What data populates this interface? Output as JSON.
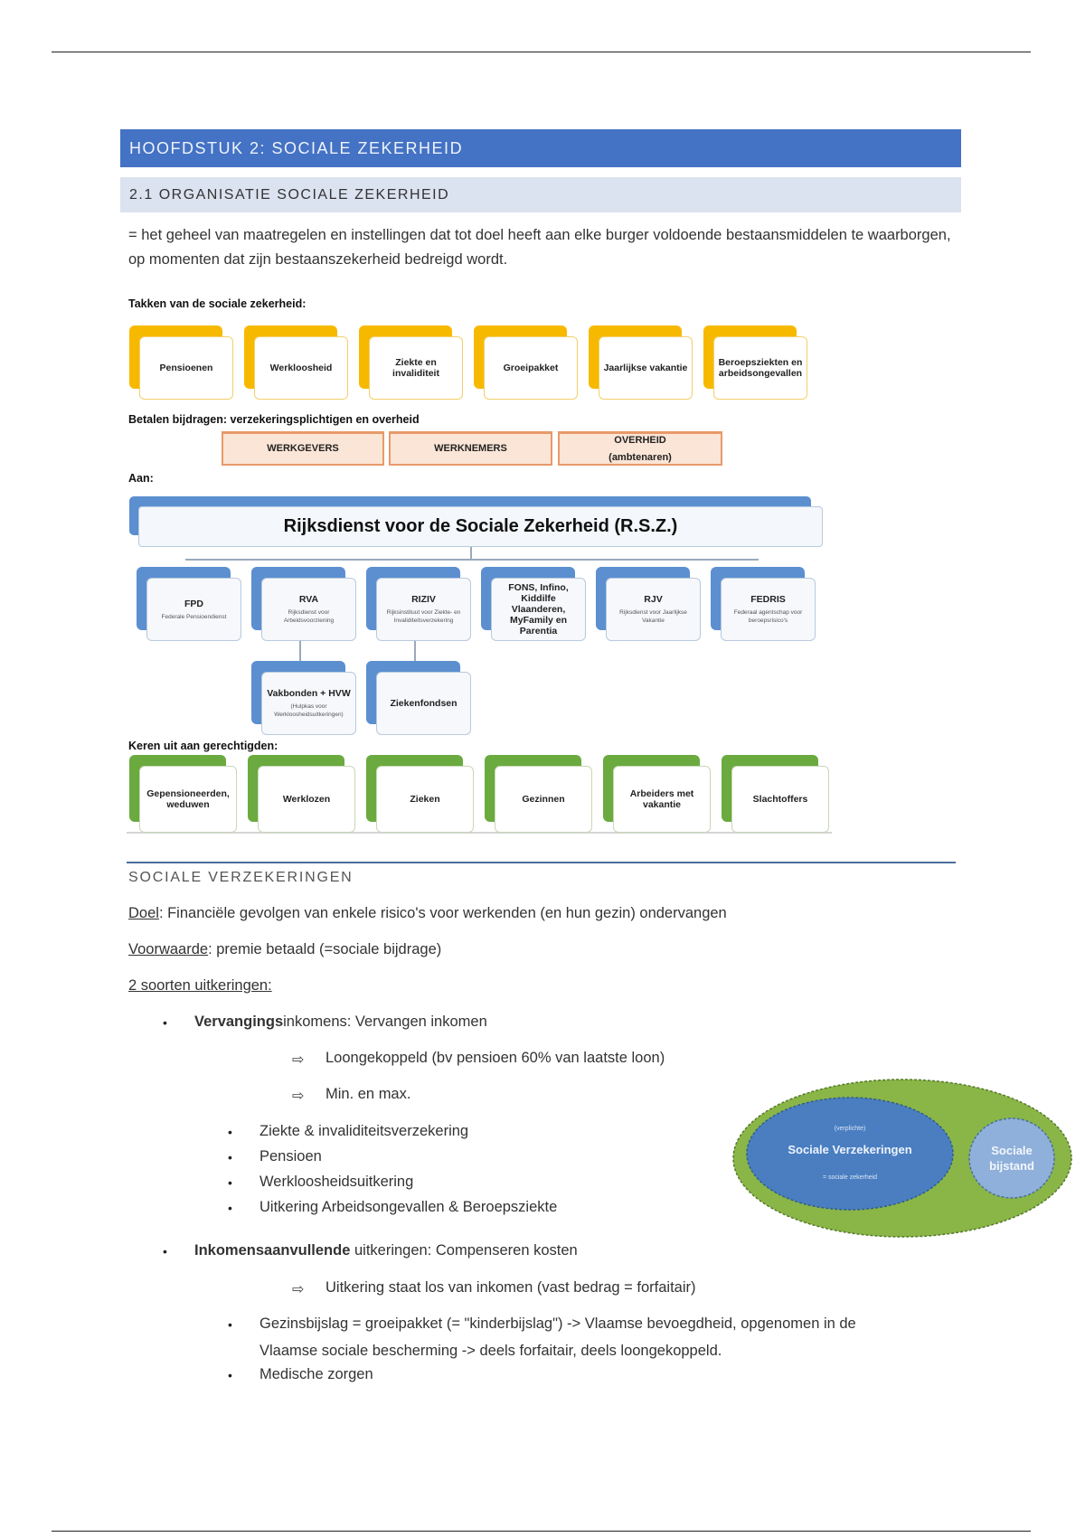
{
  "heading1": "HOOFDSTUK 2: SOCIALE ZEKERHEID",
  "heading2": "2.1 ORGANISATIE SOCIALE ZEKERHEID",
  "definition": "= het geheel van maatregelen en instellingen dat tot doel heeft aan elke burger voldoende bestaansmiddelen te waarborgen, op momenten dat zijn bestaanszekerheid bedreigd wordt.",
  "diagram": {
    "takken_label": "Takken van de sociale zekerheid:",
    "takken": [
      "Pensioenen",
      "Werkloosheid",
      "Ziekte en invaliditeit",
      "Groeipakket",
      "Jaarlijkse vakantie",
      "Beroepsziekten en arbeidsongevallen"
    ],
    "betalen_label": "Betalen bijdragen: verzekeringsplichtigen en overheid",
    "betalers": [
      {
        "title": "WERKGEVERS",
        "sub": ""
      },
      {
        "title": "WERKNEMERS",
        "sub": ""
      },
      {
        "title": "OVERHEID",
        "sub": "(ambtenaren)"
      }
    ],
    "aan_label": "Aan:",
    "rsz": "Rijksdienst voor de Sociale Zekerheid (R.S.Z.)",
    "instellingen": [
      {
        "title": "FPD",
        "sub": "Federale Pensioendienst"
      },
      {
        "title": "RVA",
        "sub": "Rijksdienst voor Arbeidsvoorziening"
      },
      {
        "title": "RIZIV",
        "sub": "Rijksinstituut voor Ziekte- en Invaliditeitsverzekering"
      },
      {
        "title": "FONS, Infino, Kiddilfe Vlaanderen, MyFamily en Parentia",
        "sub": ""
      },
      {
        "title": "RJV",
        "sub": "Rijksdienst voor Jaarlijkse Vakantie"
      },
      {
        "title": "FEDRIS",
        "sub": "Federaal agentschap voor beroepsrisico's"
      }
    ],
    "uitbetalers": [
      {
        "title": "Vakbonden + HVW",
        "sub": "(Hulpkas voor Werkloosheidsuitkeringen)"
      },
      {
        "title": "Ziekenfondsen",
        "sub": ""
      }
    ],
    "keren_label": "Keren uit aan gerechtigden:",
    "gerechtigden": [
      "Gepensioneerden, weduwen",
      "Werklozen",
      "Zieken",
      "Gezinnen",
      "Arbeiders met vakantie",
      "Slachtoffers"
    ]
  },
  "section": {
    "title": "SOCIALE VERZEKERINGEN",
    "doel_label": "Doel",
    "doel_text": ": Financiële gevolgen van enkele risico's voor werkenden (en hun gezin) ondervangen",
    "voorwaarde_label": "Voorwaarde",
    "voorwaarde_text": ": premie betaald (=sociale bijdrage)",
    "soorten": "2 soorten uitkeringen:",
    "vervanging_bold": "Vervangings",
    "vervanging_rest": "inkomens:  Vervangen inkomen",
    "vervanging_arrows": [
      "Loongekoppeld (bv pensioen 60% van laatste loon)",
      "Min. en max."
    ],
    "vervanging_items": [
      "Ziekte & invaliditeitsverzekering",
      "Pensioen",
      "Werkloosheidsuitkering",
      "Uitkering Arbeidsongevallen & Beroepsziekte"
    ],
    "aanvullend_bold": "Inkomensaanvullende",
    "aanvullend_rest": " uitkeringen: Compenseren kosten",
    "aanvullend_arrow": "Uitkering staat los van inkomen (vast bedrag = forfaitair)",
    "aanvullend_item1_line1": "Gezinsbijslag = groeipakket (= \"kinderbijslag\") -> Vlaamse bevoegdheid, opgenomen in de",
    "aanvullend_item1_line2": "Vlaamse sociale bescherming -> deels forfaitair, deels loongekoppeld.",
    "aanvullend_item2": "Medische zorgen"
  },
  "venn": {
    "inner_top": "(verplichte)",
    "inner_title": "Sociale Verzekeringen",
    "inner_bottom": "= sociale zekerheid",
    "right_line1": "Sociale",
    "right_line2": "bijstand",
    "colors": {
      "outer": "#8ab547",
      "inner": "#4a7ec1",
      "right": "#8fb0da"
    }
  }
}
